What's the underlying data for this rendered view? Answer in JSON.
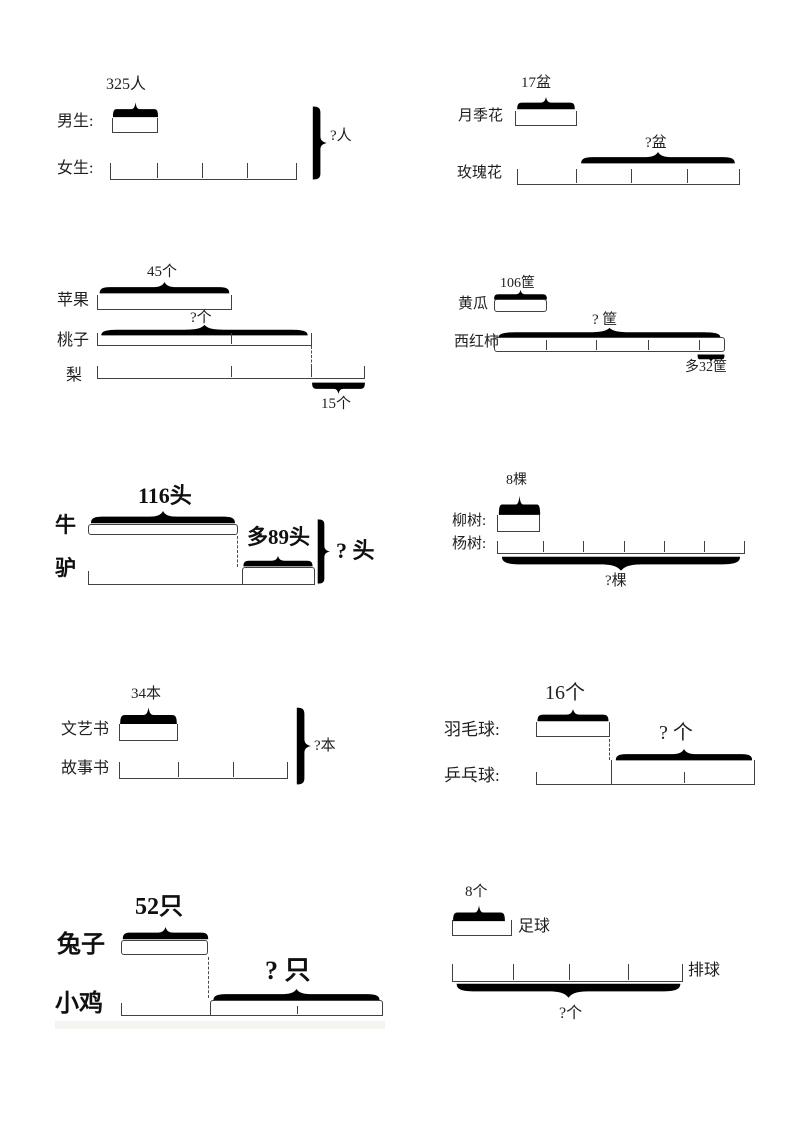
{
  "colors": {
    "background": "#ffffff",
    "line": "#414141",
    "text": "#1f1f1f"
  },
  "diagrams": {
    "boys_girls": {
      "value_top": "325人",
      "label1": "男生:",
      "label2": "女生:",
      "total": "?人"
    },
    "flowers": {
      "value_top": "17盆",
      "label1": "月季花",
      "label2": "玫瑰花",
      "part": "?盆"
    },
    "fruits": {
      "value1": "45个",
      "label1": "苹果",
      "value2": "?个",
      "label2": "桃子",
      "label3": "梨",
      "extra": "15个"
    },
    "vegetables": {
      "value1": "106筐",
      "label1": "黄瓜",
      "value2": "? 筐",
      "label2": "西红柿",
      "extra": "多32筐"
    },
    "cattle_donkey": {
      "value1": "116头",
      "label1": "牛",
      "extra": "多89头",
      "label2": "驴",
      "total": "? 头"
    },
    "trees": {
      "value1": "8棵",
      "label1": "柳树:",
      "label2": "杨树:",
      "total": "?棵"
    },
    "books": {
      "value1": "34本",
      "label1": "文艺书",
      "label2": "故事书",
      "total": "?本"
    },
    "rackets": {
      "value1": "16个",
      "label1": "羽毛球:",
      "extra": "? 个",
      "label2": "乒乓球:"
    },
    "rabbit_chick": {
      "value1": "52只",
      "label1": "兔子",
      "extra": "? 只",
      "label2": "小鸡"
    },
    "balls": {
      "value1": "8个",
      "label1": "足球",
      "label2": "排球",
      "total": "?个"
    }
  }
}
